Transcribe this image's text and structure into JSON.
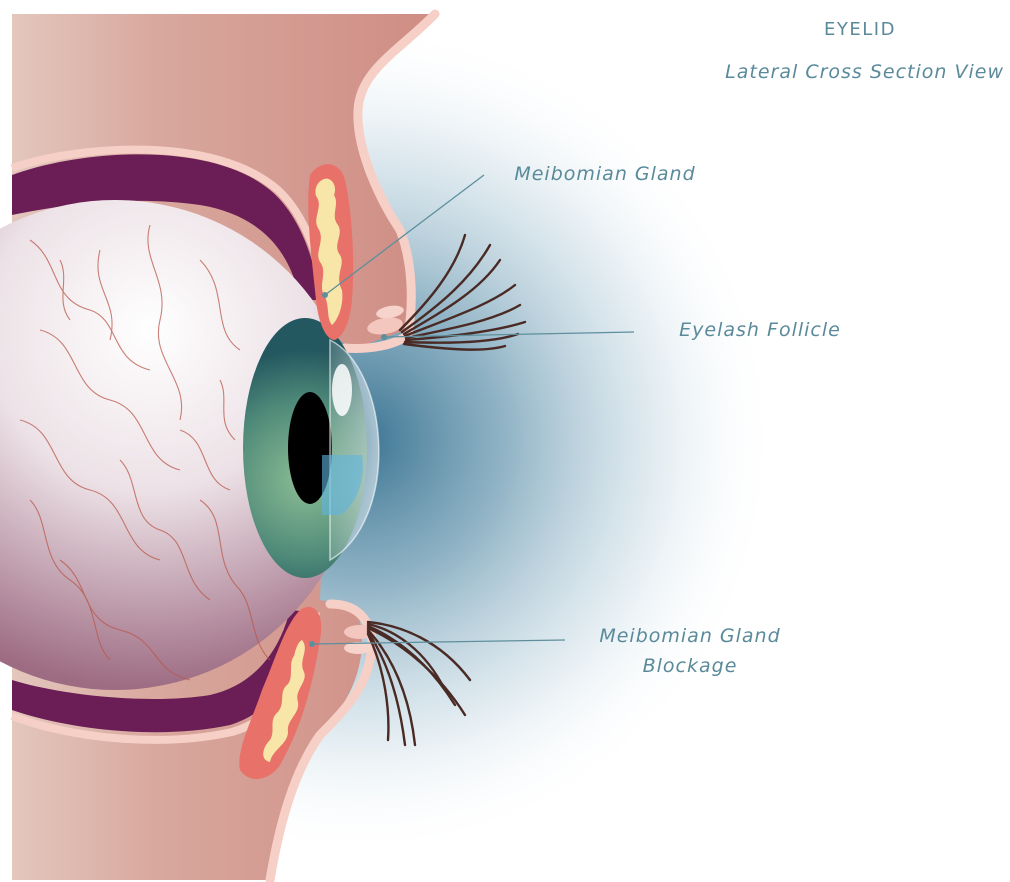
{
  "diagram": {
    "title": "EYELID",
    "subtitle": "Lateral Cross Section View",
    "labels": {
      "meibomian_gland": "Meibomian Gland",
      "eyelash_follicle": "Eyelash Follicle",
      "blockage_line1": "Meibomian Gland",
      "blockage_line2": "Blockage"
    }
  },
  "colors": {
    "label_text": "#5a8a9a",
    "leader_line": "#5d8f9c",
    "skin": "#d4978f",
    "skin_rim": "#f6cfc6",
    "sclera_purple": "#6b1d55",
    "iris": "#4e8a74",
    "pupil": "#000000",
    "gland_red": "#e8716a",
    "gland_yellow": "#f8e6a8",
    "lash": "#4a2a24",
    "glow": "#3f7795"
  }
}
